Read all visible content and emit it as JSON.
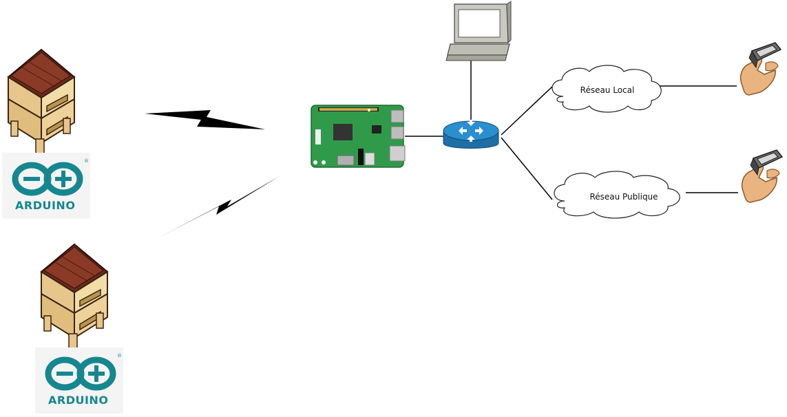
{
  "diagram": {
    "clouds": {
      "local": {
        "label": "Réseau Local"
      },
      "public": {
        "label": "Réseau Publique"
      }
    },
    "arduino": {
      "logo_text": "ARDUINO",
      "logo_symbols": "⊖⊕",
      "registered_mark": "®"
    },
    "colors": {
      "arduino_teal": "#16878f",
      "hive_wood": "#e6c68a",
      "hive_roof": "#6b2a1c",
      "raspberry_green": "#2f9b4a",
      "router_blue": "#2a8fcf",
      "monitor_gray": "#c9c9c0",
      "hand_skin": "#e9b47f"
    },
    "icons": [
      "beehive-icon",
      "arduino-logo",
      "wireless-link-icon",
      "raspberry-pi-board",
      "router-icon",
      "desktop-computer-icon",
      "cloud-icon",
      "smartphone-in-hand-icon"
    ]
  }
}
